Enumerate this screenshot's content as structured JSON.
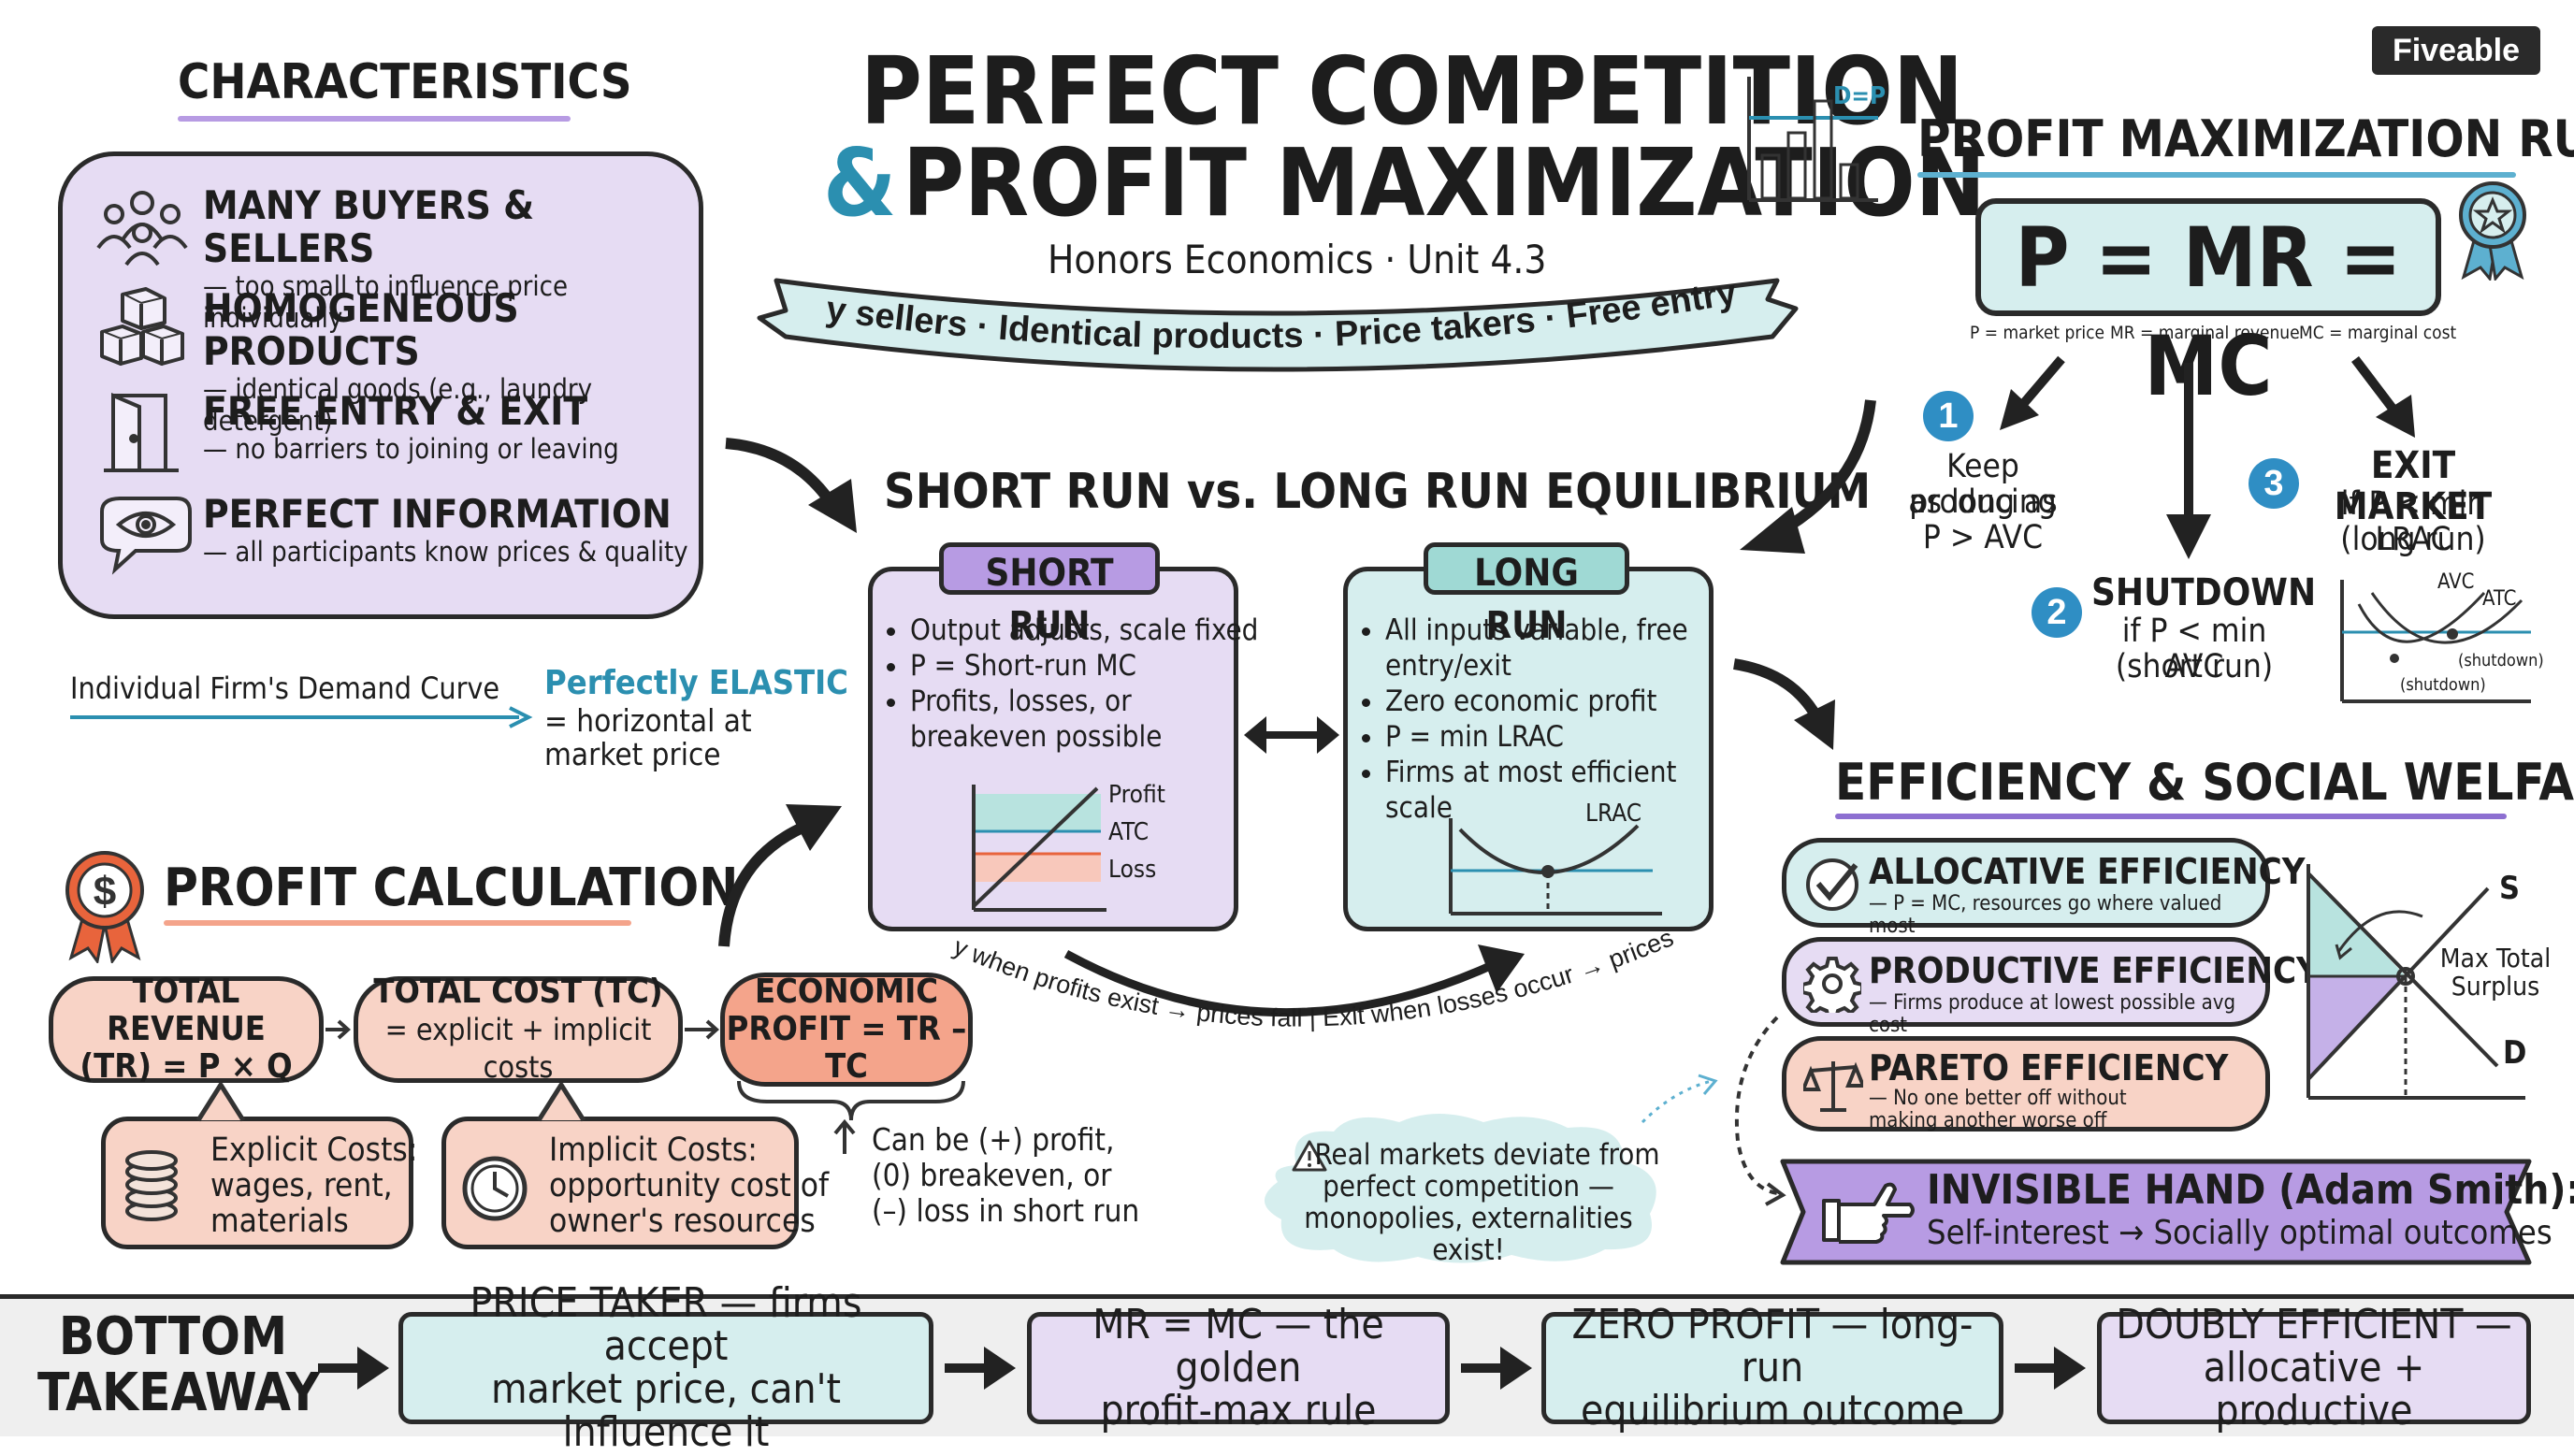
{
  "brand": {
    "logo_text": "Fiveable"
  },
  "title": {
    "line1": "PERFECT COMPETITION",
    "amp": "&",
    "line2": "PROFIT MAXIMIZATION",
    "subtitle": "Honors Economics · Unit 4.3",
    "icon_label": "D=P"
  },
  "banner": {
    "text": "Many sellers · Identical products · Price takers · Free entry/exit"
  },
  "characteristics": {
    "heading": "CHARACTERISTICS",
    "items": [
      {
        "title": "MANY BUYERS & SELLERS",
        "desc": "— too small to influence price individually",
        "icon": "people-crowd-icon"
      },
      {
        "title": "HOMOGENEOUS PRODUCTS",
        "desc": "— identical goods (e.g., laundry detergent)",
        "icon": "boxes-icon"
      },
      {
        "title": "FREE ENTRY & EXIT",
        "desc": "— no barriers to joining or leaving",
        "icon": "door-icon"
      },
      {
        "title": "PERFECT INFORMATION",
        "desc": "— all participants know prices & quality",
        "icon": "eye-speech-icon"
      }
    ]
  },
  "demand_curve": {
    "label": "Individual Firm's Demand Curve",
    "highlight": "Perfectly ELASTIC",
    "desc_line1": "= horizontal at",
    "desc_line2": "market price"
  },
  "profit_calc": {
    "heading": "PROFIT CALCULATION",
    "total_revenue": {
      "line1": "TOTAL REVENUE",
      "line2": "(TR) = P × Q"
    },
    "total_cost": {
      "line1": "TOTAL COST (TC)",
      "line2": "= explicit + implicit costs"
    },
    "economic_profit": {
      "line1": "ECONOMIC",
      "line2": "PROFIT = TR – TC"
    },
    "explicit": {
      "line1": "Explicit Costs:",
      "line2": "wages, rent,",
      "line3": "materials"
    },
    "implicit": {
      "line1": "Implicit Costs:",
      "line2": "opportunity cost of",
      "line3": "owner's resources"
    },
    "note": {
      "line1": "Can be (+) profit,",
      "line2": "(0) breakeven, or",
      "line3": "(–) loss in short run"
    }
  },
  "equilibrium": {
    "heading": "SHORT RUN vs. LONG RUN EQUILIBRIUM",
    "short_run": {
      "tag": "SHORT RUN",
      "bullets": [
        "Output adjusts, scale fixed",
        "P = Short-run MC",
        "Profits, losses, or breakeven possible"
      ],
      "chart_labels": [
        "Profit",
        "ATC",
        "Loss"
      ]
    },
    "long_run": {
      "tag": "LONG RUN",
      "bullets": [
        "All inputs variable, free entry/exit",
        "Zero economic profit",
        "P = min LRAC",
        "Firms at most efficient scale"
      ],
      "chart_label": "LRAC"
    },
    "arc_text": "Entry when profits exist → prices fall | Exit when losses occur → prices rise"
  },
  "pmr": {
    "heading": "PROFIT MAXIMIZATION RULE",
    "formula": "P = MR = MC",
    "legend": [
      "P = market price",
      "MR = marginal revenue",
      "MC = marginal cost"
    ],
    "steps": [
      {
        "num": "1",
        "line1": "Keep producing",
        "line2": "as long as",
        "line3": "P > AVC"
      },
      {
        "num": "2",
        "line1": "SHUTDOWN",
        "line2": "if P < min AVC",
        "line3": "(short run)"
      },
      {
        "num": "3",
        "line1": "EXIT MARKET",
        "line2": "if P < min LRAC",
        "line3": "(long run)"
      }
    ],
    "mini_chart": {
      "labels": [
        "AVC",
        "ATC",
        "(shutdown)",
        "(shutdown)"
      ]
    }
  },
  "efficiency": {
    "heading": "EFFICIENCY & SOCIAL WELFARE",
    "items": [
      {
        "title": "ALLOCATIVE EFFICIENCY",
        "desc": "— P = MC, resources go where valued most",
        "icon": "check-circle-icon"
      },
      {
        "title": "PRODUCTIVE EFFICIENCY",
        "desc": "— Firms produce at lowest possible avg cost",
        "icon": "gear-icon"
      },
      {
        "title": "PARETO EFFICIENCY",
        "desc": "— No one better off without making another worse off",
        "icon": "scales-icon"
      }
    ],
    "surplus_chart": {
      "s_label": "S",
      "d_label": "D",
      "center_label_1": "Max Total",
      "center_label_2": "Surplus"
    },
    "invisible_hand": {
      "title": "INVISIBLE HAND (Adam Smith):",
      "desc": "Self-interest → Socially optimal outcomes"
    }
  },
  "warning": {
    "line1": "Real markets deviate from",
    "line2": "perfect competition —",
    "line3": "monopolies, externalities exist!"
  },
  "bottom": {
    "label_line1": "BOTTOM",
    "label_line2": "TAKEAWAY",
    "items": [
      {
        "line1": "PRICE TAKER — firms accept",
        "line2": "market price, can't influence it"
      },
      {
        "line1": "MR = MC — the golden",
        "line2": "profit-max rule"
      },
      {
        "line1": "ZERO PROFIT — long-run",
        "line2": "equilibrium outcome"
      },
      {
        "line1": "DOUBLY EFFICIENT —",
        "line2": "allocative + productive"
      }
    ]
  },
  "colors": {
    "lavender": "#e6dcf3",
    "purple": "#b79be3",
    "mint": "#d6eeee",
    "teal_text": "#2b8fb0",
    "peach": "#f8d3c6",
    "salmon": "#f4a48b",
    "orange": "#e8643c",
    "blue_badge": "#2f8ec4"
  }
}
